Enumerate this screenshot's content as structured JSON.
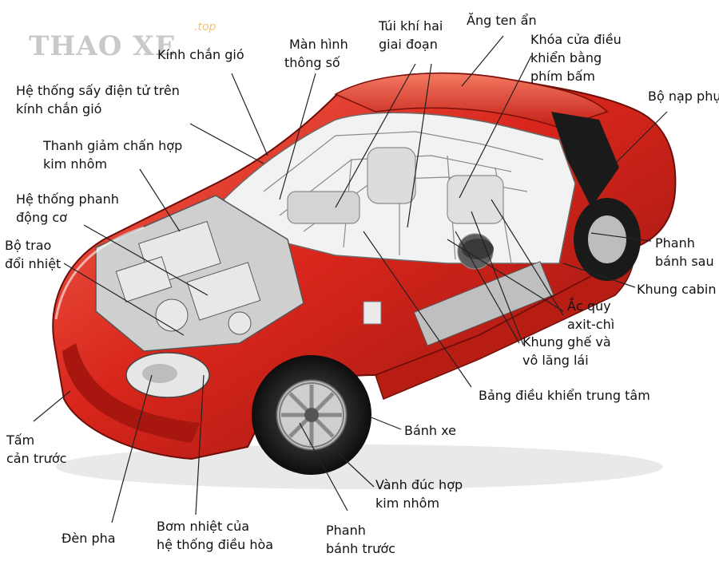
{
  "watermark": {
    "brand": "THAO XE",
    "suffix": ".top"
  },
  "colors": {
    "body": "#d9261c",
    "body_dark": "#8e130d",
    "body_light": "#f26a55",
    "leader": "#222222",
    "metal": "#cfcfcf"
  },
  "labels": {
    "kinh_chan_gio": "Kính chắn gió",
    "man_hinh_1": "Màn hình",
    "man_hinh_2": "thông số",
    "tui_khi_1": "Túi khí hai",
    "tui_khi_2": "giai đoạn",
    "ang_ten": "Ăng ten ẩn",
    "khoa_cua_1": "Khóa cửa điều",
    "khoa_cua_2": "khiển bằng",
    "khoa_cua_3": "phím bấm",
    "bo_nap": "Bộ nạp phụ",
    "he_thong_say_1": "Hệ thống sấy điện tử trên",
    "he_thong_say_2": "kính chắn gió",
    "thanh_giam_1": "Thanh giảm chấn hợp",
    "thanh_giam_2": "kim nhôm",
    "he_thong_phanh_1": "Hệ thống phanh",
    "he_thong_phanh_2": "động cơ",
    "bo_trao_1": "Bộ trao",
    "bo_trao_2": "đổi nhiệt",
    "phanh_sau_1": "Phanh",
    "phanh_sau_2": "bánh sau",
    "khung_cabin": "Khung cabin",
    "ac_quy_1": "Ắc quy",
    "ac_quy_2": "axit-chì",
    "khung_ghe_1": "Khung ghế và",
    "khung_ghe_2": "vô lăng lái",
    "bang_dieu_khien": "Bảng điều khiển trung tâm",
    "banh_xe": "Bánh xe",
    "vanh_duc_1": "Vành đúc hợp",
    "vanh_duc_2": "kim nhôm",
    "tam_can_1": "Tấm",
    "tam_can_2": "cản trước",
    "den_pha": "Đèn pha",
    "bom_nhiet_1": "Bơm nhiệt của",
    "bom_nhiet_2": "hệ thống điều hòa",
    "phanh_truoc_1": "Phanh",
    "phanh_truoc_2": "bánh trước"
  }
}
